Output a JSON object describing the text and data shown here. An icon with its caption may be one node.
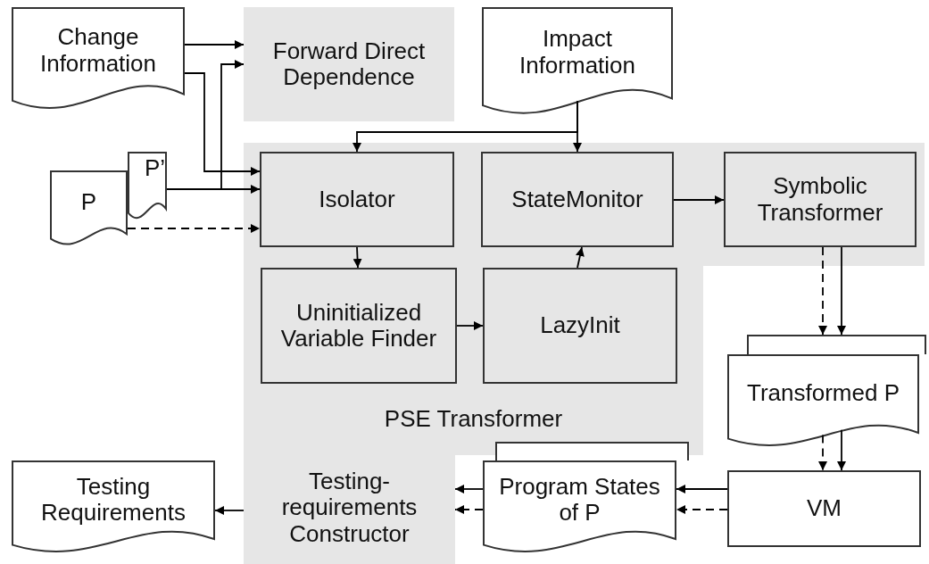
{
  "diagram": {
    "nodes": [
      {
        "text": [
          "Change Information"
        ]
      },
      {
        "text": [
          "Forward Direct Dependence"
        ]
      },
      {
        "text": [
          "Impact Information"
        ]
      },
      {
        "text": [
          "P’"
        ]
      },
      {
        "text": [
          "P"
        ]
      },
      {
        "text": [
          "PSE Transformer"
        ]
      },
      {
        "text": [
          "Isolator"
        ],
        "in": 5
      },
      {
        "text": [
          "StateMonitor"
        ],
        "in": 5
      },
      {
        "text": [
          "Uninitialized Variable Finder"
        ],
        "in": 5
      },
      {
        "text": [
          "LazyInit"
        ],
        "in": 5
      },
      {
        "text": [
          "Symbolic Transformer"
        ]
      },
      {
        "text": [],
        "shape": "document"
      },
      {
        "text": [
          "Transformed P"
        ]
      },
      {
        "text": [
          "VM"
        ]
      },
      {
        "text": [],
        "shape": "document"
      },
      {
        "text": [
          "Program States of P"
        ]
      },
      {
        "text": [
          "Testing-requirements Constructor"
        ]
      },
      {
        "text": [
          "Testing Requirements"
        ]
      }
    ],
    "edges": [
      {
        "from": 0,
        "to": 1,
        "arrow": "to"
      },
      {
        "from": 0,
        "to": 6,
        "arrow": "to"
      },
      {
        "from": 3,
        "to": 1,
        "arrow": "to"
      },
      {
        "from": 3,
        "to": 6,
        "arrow": "to"
      },
      {
        "from": 4,
        "to": 6,
        "arrow": "to",
        "style": "dashed"
      },
      {
        "from": 2,
        "to": 6,
        "arrow": "to"
      },
      {
        "from": 2,
        "to": 7,
        "arrow": "to"
      },
      {
        "from": 6,
        "to": 8,
        "arrow": "to"
      },
      {
        "from": 8,
        "to": 9,
        "arrow": "to"
      },
      {
        "from": 9,
        "to": 7,
        "arrow": "to"
      },
      {
        "from": 7,
        "to": 10,
        "arrow": "to"
      },
      {
        "from": 10,
        "to": 11,
        "arrow": "to"
      },
      {
        "from": 10,
        "to": 11,
        "arrow": "to",
        "style": "dashed"
      },
      {
        "from": 12,
        "to": 13,
        "arrow": "to"
      },
      {
        "from": 12,
        "to": 13,
        "arrow": "to",
        "style": "dashed"
      },
      {
        "from": 13,
        "to": 15,
        "arrow": "to"
      },
      {
        "from": 13,
        "to": 15,
        "arrow": "to",
        "style": "dashed"
      },
      {
        "from": 15,
        "to": 16,
        "arrow": "to"
      },
      {
        "from": 15,
        "to": 16,
        "arrow": "to",
        "style": "dashed"
      },
      {
        "from": 16,
        "to": 17,
        "arrow": "to"
      }
    ]
  }
}
